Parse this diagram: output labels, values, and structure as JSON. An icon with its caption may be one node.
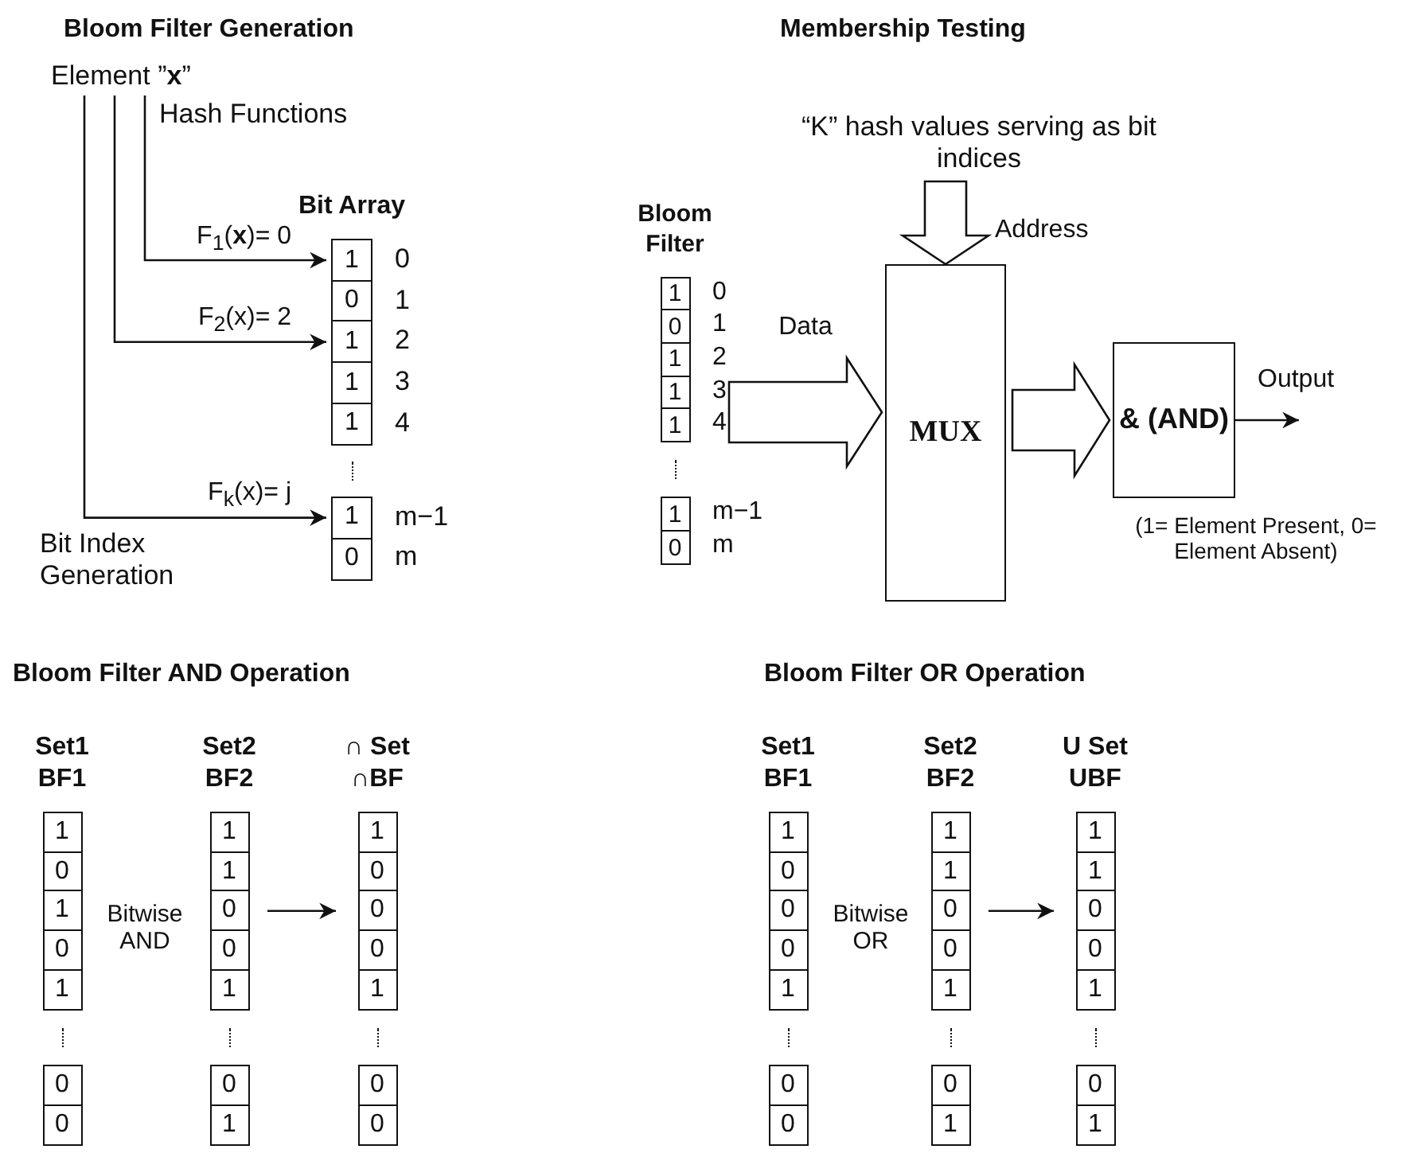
{
  "diagram": {
    "nodes": [
      {
        "text": [
          "Element ”**x**”"
        ]
      },
      {
        "text": [
          "Bit Array"
        ]
      },
      {
        "text": [
          "1"
        ],
        "in": 1,
        "beside": [
          "0"
        ]
      },
      {
        "text": [
          "0"
        ],
        "in": 1,
        "beside": [
          "1"
        ]
      },
      {
        "text": [
          "1"
        ],
        "in": 1,
        "beside": [
          "2"
        ]
      },
      {
        "text": [
          "1"
        ],
        "in": 1,
        "beside": [
          "3"
        ]
      },
      {
        "text": [
          "1"
        ],
        "in": 1,
        "beside": [
          "4"
        ]
      },
      {
        "text": [
          "1"
        ],
        "in": 1,
        "beside": [
          "m−1"
        ]
      },
      {
        "text": [
          "0"
        ],
        "in": 1,
        "beside": [
          "m"
        ]
      },
      {
        "text": [
          "“K” hash values serving as bit indices"
        ]
      },
      {
        "text": [
          "Bloom Filter"
        ]
      },
      {
        "text": [
          "1"
        ],
        "in": 10,
        "beside": [
          "0"
        ]
      },
      {
        "text": [
          "0"
        ],
        "in": 10,
        "beside": [
          "1"
        ]
      },
      {
        "text": [
          "1"
        ],
        "in": 10,
        "beside": [
          "2"
        ]
      },
      {
        "text": [
          "1"
        ],
        "in": 10,
        "beside": [
          "3"
        ]
      },
      {
        "text": [
          "1"
        ],
        "in": 10,
        "beside": [
          "4"
        ]
      },
      {
        "text": [
          "1"
        ],
        "in": 10,
        "beside": [
          "m−1"
        ]
      },
      {
        "text": [
          "0"
        ],
        "in": 10,
        "beside": [
          "m"
        ]
      },
      {
        "text": [
          "MUX"
        ]
      },
      {
        "text": [
          "& (AND)"
        ],
        "beside": [
          "(1= Element Present, 0= Element Absent)"
        ]
      },
      {
        "text": [
          "Set1 BF1"
        ]
      },
      {
        "text": [
          "1"
        ],
        "in": 20
      },
      {
        "text": [
          "0"
        ],
        "in": 20
      },
      {
        "text": [
          "1"
        ],
        "in": 20
      },
      {
        "text": [
          "0"
        ],
        "in": 20
      },
      {
        "text": [
          "1"
        ],
        "in": 20
      },
      {
        "text": [
          "0"
        ],
        "in": 20
      },
      {
        "text": [
          "0"
        ],
        "in": 20
      },
      {
        "text": [
          "Set2 BF2"
        ]
      },
      {
        "text": [
          "1"
        ],
        "in": 28
      },
      {
        "text": [
          "1"
        ],
        "in": 28
      },
      {
        "text": [
          "0"
        ],
        "in": 28
      },
      {
        "text": [
          "0"
        ],
        "in": 28
      },
      {
        "text": [
          "1"
        ],
        "in": 28
      },
      {
        "text": [
          "0"
        ],
        "in": 28
      },
      {
        "text": [
          "1"
        ],
        "in": 28
      },
      {
        "text": [
          "∩ Set ∩BF"
        ]
      },
      {
        "text": [
          "1"
        ],
        "in": 36
      },
      {
        "text": [
          "0"
        ],
        "in": 36
      },
      {
        "text": [
          "0"
        ],
        "in": 36
      },
      {
        "text": [
          "0"
        ],
        "in": 36
      },
      {
        "text": [
          "1"
        ],
        "in": 36
      },
      {
        "text": [
          "0"
        ],
        "in": 36
      },
      {
        "text": [
          "0"
        ],
        "in": 36
      },
      {
        "text": [
          "Set1 BF1"
        ]
      },
      {
        "text": [
          "1"
        ],
        "in": 44
      },
      {
        "text": [
          "0"
        ],
        "in": 44
      },
      {
        "text": [
          "0"
        ],
        "in": 44
      },
      {
        "text": [
          "0"
        ],
        "in": 44
      },
      {
        "text": [
          "1"
        ],
        "in": 44
      },
      {
        "text": [
          "0"
        ],
        "in": 44
      },
      {
        "text": [
          "0"
        ],
        "in": 44
      },
      {
        "text": [
          "Set2 BF2"
        ]
      },
      {
        "text": [
          "1"
        ],
        "in": 52
      },
      {
        "text": [
          "1"
        ],
        "in": 52
      },
      {
        "text": [
          "0"
        ],
        "in": 52
      },
      {
        "text": [
          "0"
        ],
        "in": 52
      },
      {
        "text": [
          "1"
        ],
        "in": 52
      },
      {
        "text": [
          "0"
        ],
        "in": 52
      },
      {
        "text": [
          "1"
        ],
        "in": 52
      },
      {
        "text": [
          "U Set UBF"
        ]
      },
      {
        "text": [
          "1"
        ],
        "in": 60
      },
      {
        "text": [
          "1"
        ],
        "in": 60
      },
      {
        "text": [
          "0"
        ],
        "in": 60
      },
      {
        "text": [
          "0"
        ],
        "in": 60
      },
      {
        "text": [
          "1"
        ],
        "in": 60
      },
      {
        "text": [
          "0"
        ],
        "in": 60
      },
      {
        "text": [
          "1"
        ],
        "in": 60
      }
    ],
    "edges": [
      {
        "from": 0,
        "to": 2,
        "arrow": "to",
        "label": "F$_{1}$(**x**)= 0"
      },
      {
        "from": 0,
        "to": 4,
        "arrow": "to",
        "label": "F$_{2}$(x)= 2"
      },
      {
        "from": 0,
        "to": 7,
        "arrow": "to",
        "label": "F$_{k}$(x)= j"
      },
      {
        "from": 9,
        "to": 18,
        "arrow": "to",
        "label": "Address",
        "style": "thick"
      },
      {
        "from": 10,
        "to": 18,
        "arrow": "to",
        "label": "Data",
        "style": "thick"
      },
      {
        "from": 18,
        "to": 19,
        "arrow": "to",
        "style": "thick"
      },
      {
        "from": 19,
        "to": null,
        "arrow": "to",
        "label": "Output"
      },
      {
        "from": 28,
        "to": 36,
        "arrow": "to"
      },
      {
        "from": 52,
        "to": 60,
        "arrow": "to"
      }
    ],
    "labels": [
      "Bloom Filter Generation",
      "Membership Testing",
      "Hash Functions",
      "Bit Index Generation",
      "Bloom Filter AND Operation",
      "Bloom Filter OR Operation",
      "Bitwise AND",
      "Bitwise OR"
    ]
  }
}
